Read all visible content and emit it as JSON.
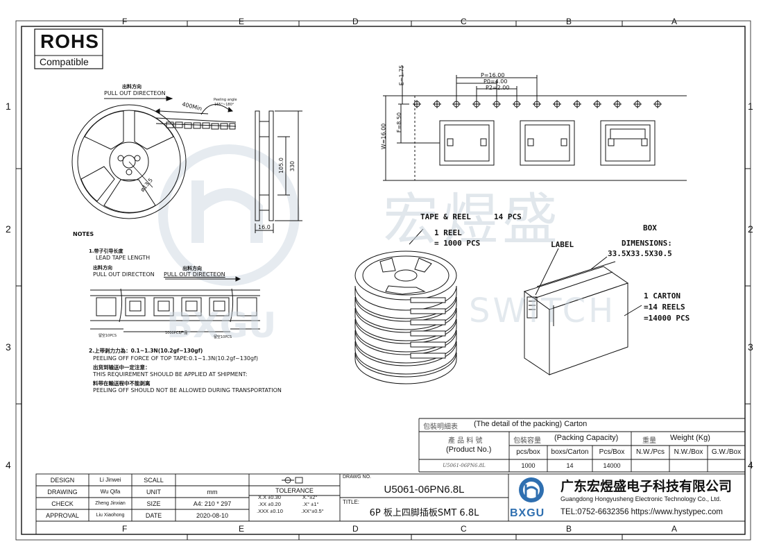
{
  "frame": {
    "col_letters": [
      "F",
      "E",
      "D",
      "C",
      "B",
      "A"
    ],
    "row_numbers": [
      "1",
      "2",
      "3",
      "4"
    ]
  },
  "rohs": {
    "title": "ROHS",
    "subtitle": "Compatible"
  },
  "watermark": {
    "chinese": "宏煜盛",
    "english": "SWITCH",
    "brand": "BXGU"
  },
  "reel_drawing": {
    "pull_cn": "出料方向",
    "pull_en": "PULL OUT DIRECTEON",
    "peeling_angle": "Peeling angle",
    "peeling_range": "165°~180°",
    "min_len": "400Min",
    "hub_dia": "ø13.5",
    "dim_105": "105.0",
    "dim_330": "330",
    "dim_16": "16.0"
  },
  "tape_drawing": {
    "e": "E=1.75",
    "p": "P=16.00",
    "p0": "P0=4.00",
    "p2": "P2=2.00",
    "w": "W=16.00",
    "f": "F=8.50"
  },
  "notes": {
    "heading": "NOTES",
    "n1_cn": "1.带子引导长度",
    "n1_en": "LEAD TAPE LENGTH",
    "pull_cn": "出料方向",
    "pull_en": "PULL OUT DIRECTEON",
    "pull_cn_2": "出料方向",
    "pull_en_2": "PULL OUT DIRECTEON",
    "empty_left": "留空10PCS",
    "full": "1000PCS产品",
    "empty_right": "留空10PCS",
    "n2_cn": "2.上带剥力力為：0.1~1.3N(10.2gf~130gf)",
    "n2_en": "PEELING OFF FORCE OF TOP TAPE:0.1~1.3N(10.2gf~130gf)",
    "n3_cn": "出货到输送中一定注意：",
    "n3_en": "THIS REQUIREMENT SHOULD BE APPLIED AT SHIPMENT:",
    "n4_cn": "料带在輸送程中不能剥离",
    "n4_en": "PEELING OFF SHOULD NOT BE ALLOWED DURING TRANSPORTATION"
  },
  "packing_callouts": {
    "tape_reel": "TAPE & REEL",
    "tape_reel_pcs": "14 PCS",
    "one_reel": "1 REEL",
    "reel_pcs": "= 1000 PCS",
    "label": "LABEL",
    "box": "BOX",
    "dimensions": "DIMENSIONS:",
    "dimensions_val": "33.5X33.5X30.5",
    "carton": "1 CARTON",
    "carton_reels": "=14 REELS",
    "carton_pcs": "=14000 PCS"
  },
  "packing_table": {
    "title_cn": "包裝明細表",
    "title_en": "(The detail of the packing) Carton",
    "product_cn": "產 品 料 號",
    "product_en": "(Product No.)",
    "capacity_cn": "包裝容量",
    "capacity_en": "(Packing Capacity)",
    "weight_cn": "重量",
    "weight_en": "Weight (Kg)",
    "col_pcs_box": "pcs/box",
    "col_boxs_carton": "boxs/Carton",
    "col_pcs_box2": "Pcs/Box",
    "col_nw_pcs": "N.W./Pcs",
    "col_nw_box": "N.W./Box",
    "col_gw_box": "G.W./Box",
    "row_product": "U5061-06PN6.8L",
    "row_pcs_box": "1000",
    "row_boxs_carton": "14",
    "row_pcs_box2": "14000",
    "row_nw_pcs": "",
    "row_nw_box": "",
    "row_gw_box": ""
  },
  "title_block": {
    "design_label": "DESIGN",
    "design_name": "Li Jinwei",
    "drawing_label": "DRAWING",
    "drawing_name": "Wu Qifa",
    "check_label": "CHECK",
    "check_name": "Zheng Jinxian",
    "approval_label": "APPROVAL",
    "approval_name": "Liu Xiaohong",
    "scall_label": "SCALL",
    "scall_value": "",
    "unit_label": "UNIT",
    "unit_value": "mm",
    "size_label": "SIZE",
    "size_value": "A4: 210 * 297",
    "date_label": "DATE",
    "date_value": "2020-08-10",
    "tolerance_label": "TOLERANCE",
    "tol_1a": "X.X  ±0.30",
    "tol_2a": ".XX  ±0.20",
    "tol_3a": ".XXX  ±0.10",
    "tol_1b": "X.°±2°",
    "tol_2b": ".X° ±1°",
    "tol_3b": ".XX°±0.5°",
    "drawing_no_label": "DRAWG NO.",
    "drawing_no": "U5061-06PN6.8L",
    "title_label": "TITLE:",
    "title_value": "6P 板上四脚插板SMT 6.8L",
    "company_cn": "广东宏煜盛电子科技有限公司",
    "company_en": "Guangdong Hongyusheng Electronic Technology Co., Ltd.",
    "brand": "BXGU",
    "contact": "TEL:0752-6632356  https://www.hystypec.com"
  },
  "colors": {
    "line": "#111111",
    "watermark": "#c9d4de",
    "logo_blue": "#2f6fb0"
  }
}
